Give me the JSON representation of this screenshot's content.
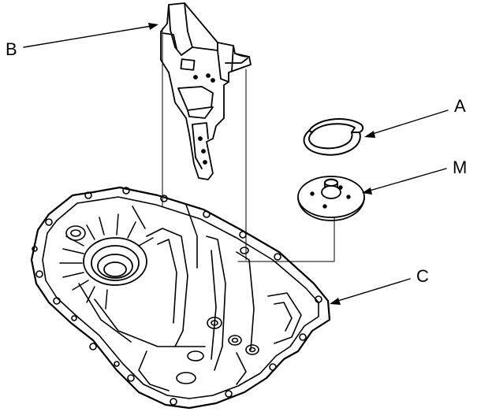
{
  "callouts": {
    "b": "B",
    "a": "A",
    "m": "M",
    "c": "C"
  }
}
